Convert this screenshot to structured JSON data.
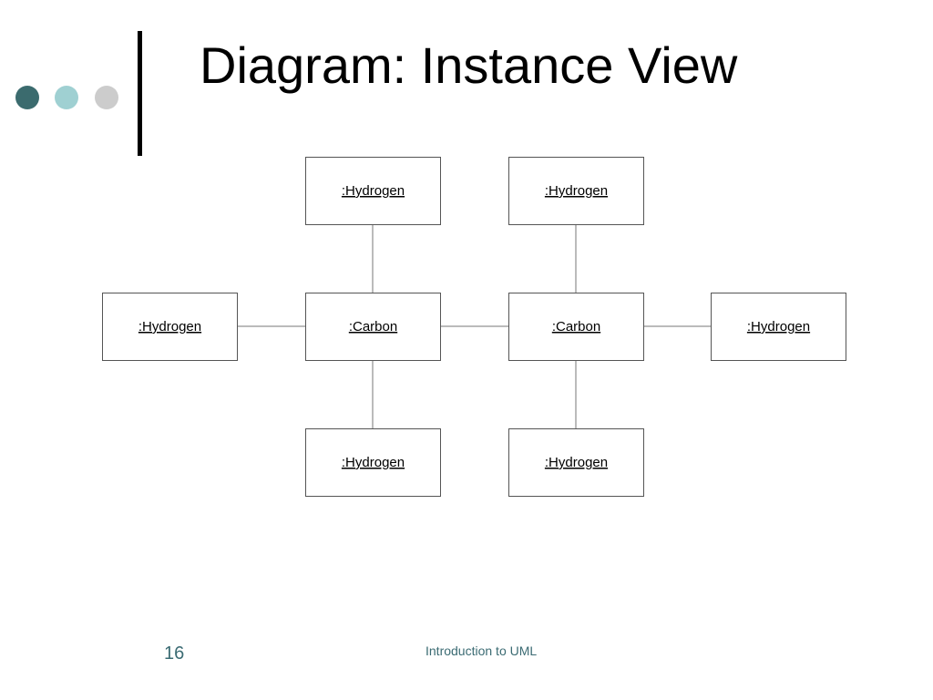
{
  "slide": {
    "title": "Diagram: Instance View",
    "number": "16",
    "footer": "Introduction to UML"
  },
  "colors": {
    "dot_dark": "#3b6b6e",
    "dot_light": "#9fd0d2",
    "dot_grey": "#cccccc",
    "line": "#777777",
    "box_border": "#555555",
    "text": "#000000",
    "footer_text": "#3b6b73"
  },
  "diagram": {
    "objects": [
      {
        "id": "h-top-left",
        "label": ":Hydrogen"
      },
      {
        "id": "h-top-right",
        "label": ":Hydrogen"
      },
      {
        "id": "h-left",
        "label": ":Hydrogen"
      },
      {
        "id": "c-left",
        "label": ":Carbon"
      },
      {
        "id": "c-right",
        "label": ":Carbon"
      },
      {
        "id": "h-right",
        "label": ":Hydrogen"
      },
      {
        "id": "h-bottom-left",
        "label": ":Hydrogen"
      },
      {
        "id": "h-bottom-right",
        "label": ":Hydrogen"
      }
    ],
    "links": [
      {
        "from": "h-top-left",
        "to": "c-left"
      },
      {
        "from": "h-top-right",
        "to": "c-right"
      },
      {
        "from": "h-left",
        "to": "c-left"
      },
      {
        "from": "c-left",
        "to": "c-right"
      },
      {
        "from": "c-right",
        "to": "h-right"
      },
      {
        "from": "c-left",
        "to": "h-bottom-left"
      },
      {
        "from": "c-right",
        "to": "h-bottom-right"
      }
    ]
  }
}
